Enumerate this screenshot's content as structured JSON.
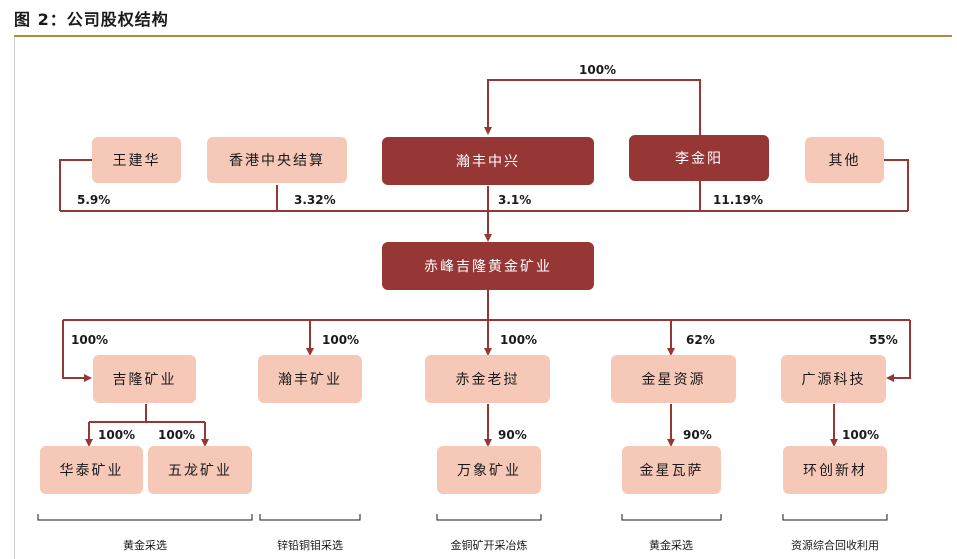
{
  "title": "图 2：公司股权结构",
  "nodes": {
    "wang": "王建华",
    "hkscc": "香港中央结算",
    "hanfeng_zx": "瀚丰中兴",
    "li": "李金阳",
    "other": "其他",
    "chifeng": "赤峰吉隆黄金矿业",
    "jilong": "吉隆矿业",
    "hanfeng_ky": "瀚丰矿业",
    "jinlao": "赤金老挝",
    "jinxing": "金星资源",
    "guangyuan": "广源科技",
    "huatai": "华泰矿业",
    "wulong": "五龙矿业",
    "wanxiang": "万象矿业",
    "wasa": "金星瓦萨",
    "huanchuang": "环创新材"
  },
  "percents": {
    "top": "100%",
    "wang": "5.9%",
    "hkscc": "3.32%",
    "hanfeng_zx": "3.1%",
    "li": "11.19%",
    "jilong": "100%",
    "hanfeng_ky": "100%",
    "jinlao": "100%",
    "jinxing": "62%",
    "guangyuan": "55%",
    "huatai": "100%",
    "wulong": "100%",
    "wanxiang": "90%",
    "wasa": "90%",
    "huanchuang": "100%"
  },
  "categories": {
    "gold1": "黄金采选",
    "zinc": "锌铅铜钼采选",
    "copper": "金铜矿开采冶炼",
    "gold2": "黄金采选",
    "resource": "资源综合回收利用"
  },
  "colors": {
    "line": "#973735",
    "dark": "#973735",
    "light": "#f6c8b8"
  }
}
